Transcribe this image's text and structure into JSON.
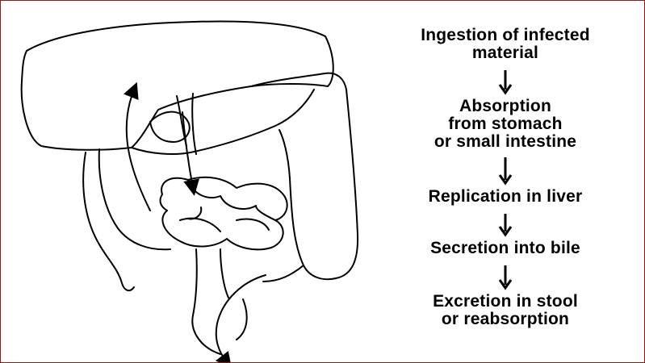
{
  "figure": {
    "steps": [
      "Ingestion of infected\nmaterial",
      "Absorption\nfrom stomach\nor small intestine",
      "Replication in liver",
      "Secretion into bile",
      "Excretion in stool\nor reabsorption"
    ]
  }
}
